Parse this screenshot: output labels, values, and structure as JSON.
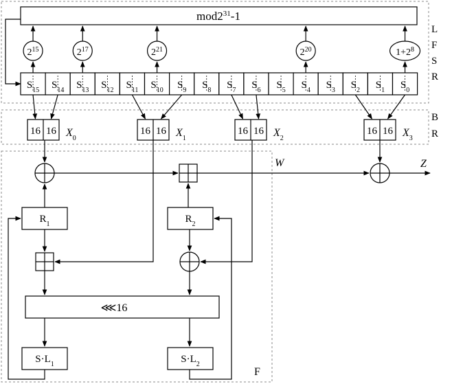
{
  "lfsr": {
    "mod_label": "mod2",
    "mod_exp": "31",
    "mod_suffix": "-1",
    "side_label": [
      "L",
      "F",
      "S",
      "R"
    ],
    "multipliers": [
      {
        "base": "2",
        "exp": "15"
      },
      {
        "base": "2",
        "exp": "17"
      },
      {
        "base": "2",
        "exp": "21"
      },
      {
        "base": "2",
        "exp": "20"
      },
      {
        "base": "1+2",
        "exp": "8"
      }
    ],
    "registers": [
      {
        "base": "S",
        "sub": "15"
      },
      {
        "base": "S",
        "sub": "14"
      },
      {
        "base": "S",
        "sub": "13"
      },
      {
        "base": "S",
        "sub": "12"
      },
      {
        "base": "S",
        "sub": "11"
      },
      {
        "base": "S",
        "sub": "10"
      },
      {
        "base": "S",
        "sub": "9"
      },
      {
        "base": "S",
        "sub": "8"
      },
      {
        "base": "S",
        "sub": "7"
      },
      {
        "base": "S",
        "sub": "6"
      },
      {
        "base": "S",
        "sub": "5"
      },
      {
        "base": "S",
        "sub": "4"
      },
      {
        "base": "S",
        "sub": "3"
      },
      {
        "base": "S",
        "sub": "2"
      },
      {
        "base": "S",
        "sub": "1"
      },
      {
        "base": "S",
        "sub": "0"
      }
    ]
  },
  "br": {
    "side_label": [
      "B",
      "R"
    ],
    "halves": [
      "16",
      "16"
    ],
    "outputs": [
      {
        "base": "X",
        "sub": "0"
      },
      {
        "base": "X",
        "sub": "1"
      },
      {
        "base": "X",
        "sub": "2"
      },
      {
        "base": "X",
        "sub": "3"
      }
    ]
  },
  "f": {
    "label": "F",
    "w_label": "W",
    "z_label": "Z",
    "r1": {
      "base": "R",
      "sub": "1"
    },
    "r2": {
      "base": "R",
      "sub": "2"
    },
    "rotate_label": "⋘16",
    "sl1": {
      "base": "S·L",
      "sub": "1"
    },
    "sl2": {
      "base": "S·L",
      "sub": "2"
    }
  }
}
